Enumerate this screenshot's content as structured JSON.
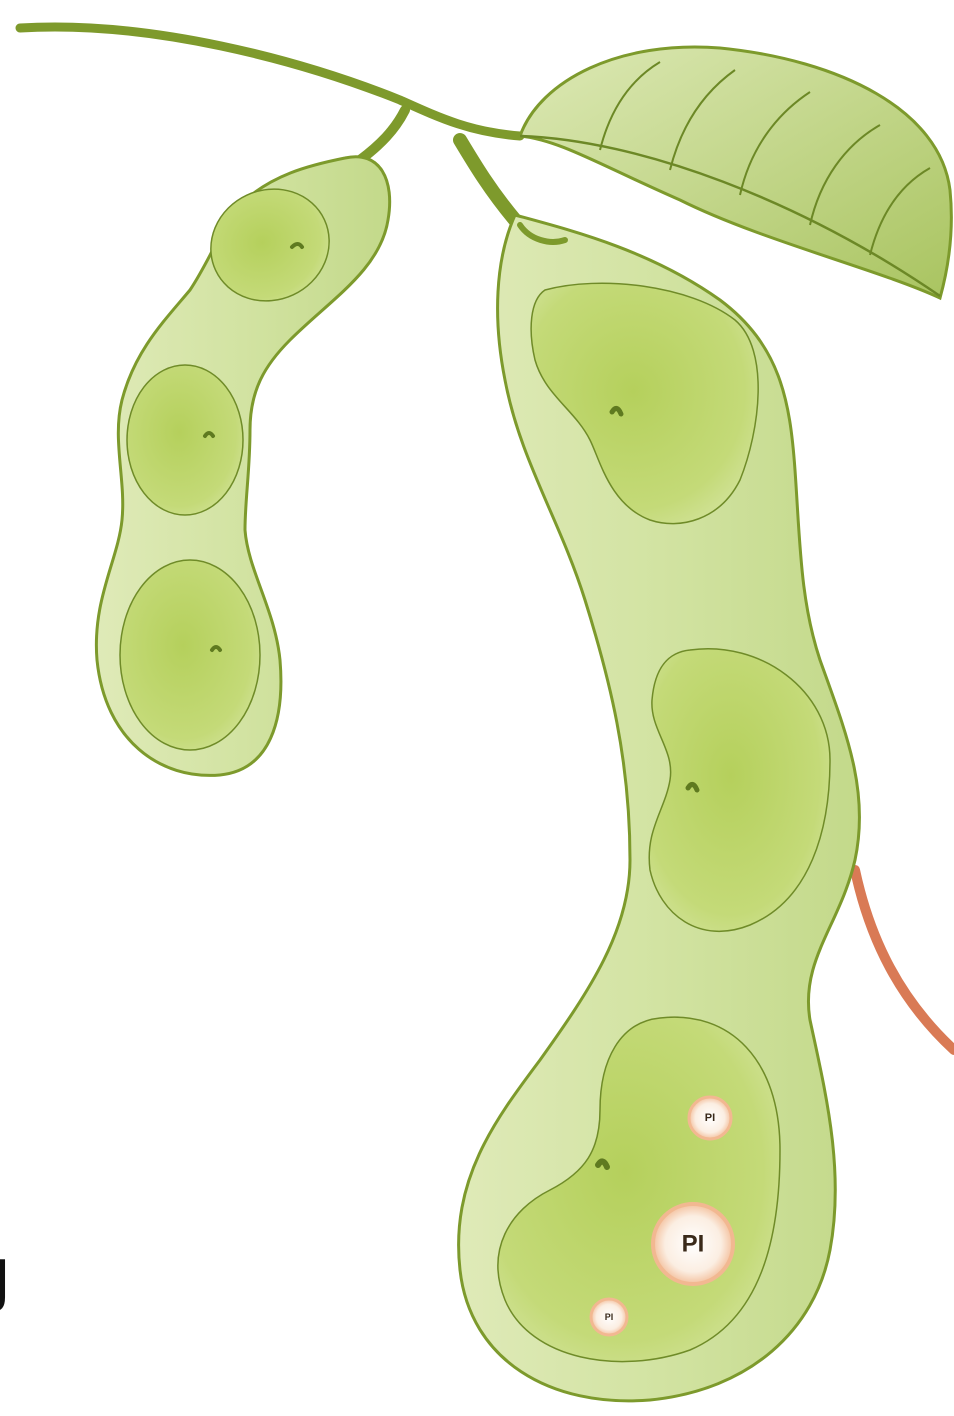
{
  "diagram": {
    "pi_labels": [
      "PI",
      "PI",
      "PI"
    ],
    "edge_glyph": "J",
    "colors": {
      "stem": "#7e9a2c",
      "pod_fill": "#d2e3a2",
      "pod_outline": "#7d9a2c",
      "seed_fill": "#bcd56a",
      "seed_outline": "#6f8b28",
      "leaf_fill": "#c9dc96",
      "leaf_vein": "#6c8826",
      "vine": "#d97a55",
      "pi_fill": "#fdf1e6",
      "pi_ring": "#f2b891"
    }
  }
}
